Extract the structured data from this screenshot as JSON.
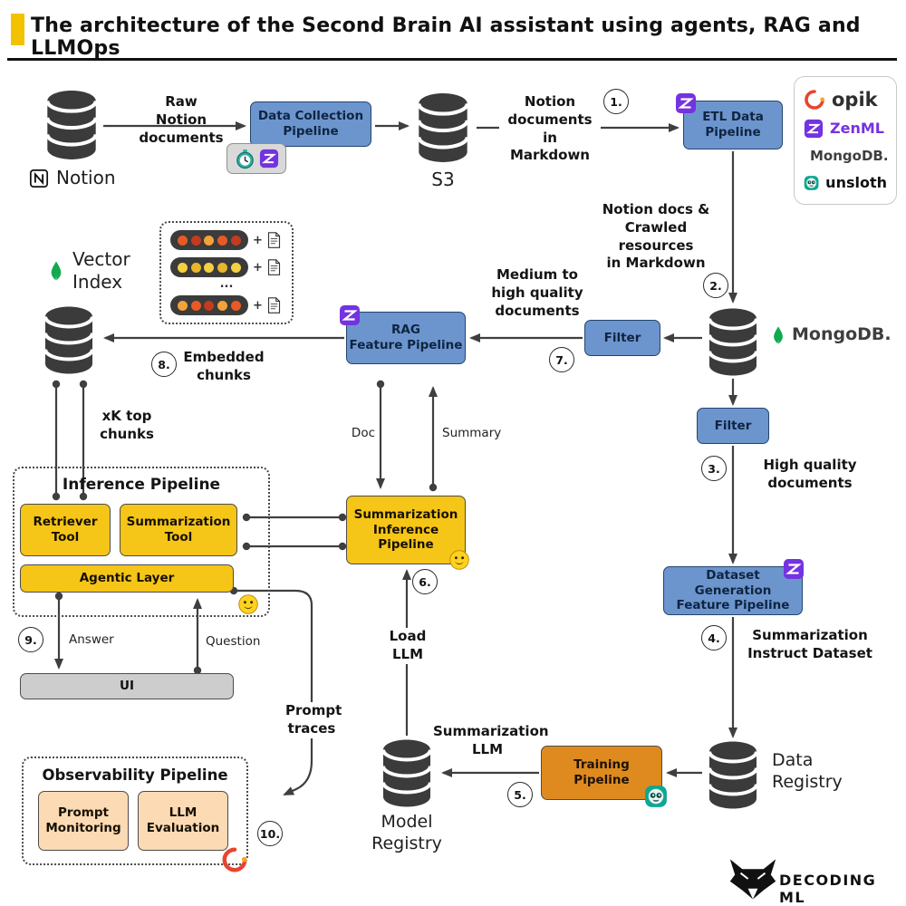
{
  "title": "The architecture of the Second Brain AI assistant using agents, RAG and LLMOps",
  "colors": {
    "accent": "#F2C200",
    "blue": "#6C95CE",
    "yellow": "#F5C518",
    "orange": "#DF8A1F",
    "peach": "#FBDAB4",
    "gray_box": "#CDCDCD",
    "line": "#3F3F3F",
    "db": "#3B3B3B",
    "mongo_green": "#10AA50",
    "zenml_purple": "#7432E0",
    "opik_red": "#E8442E",
    "unsloth_teal": "#0FA694"
  },
  "steps": {
    "s1": "1.",
    "s2": "2.",
    "s3": "3.",
    "s4": "4.",
    "s5": "5.",
    "s6": "6.",
    "s7": "7.",
    "s8": "8.",
    "s9": "9.",
    "s10": "10."
  },
  "nodes": {
    "notion": "Notion",
    "data_collection": "Data Collection\nPipeline",
    "s3": "S3",
    "etl": "ETL Data\nPipeline",
    "mongodb_side": "MongoDB.",
    "filter_top": "Filter",
    "rag": "RAG\nFeature Pipeline",
    "vector_index": "Vector\nIndex",
    "filter_right": "Filter",
    "dataset_generation": "Dataset Generation\nFeature Pipeline",
    "data_registry": "Data\nRegistry",
    "training": "Training\nPipeline",
    "model_registry": "Model\nRegistry",
    "summarization_inference": "Summarization\nInference\nPipeline",
    "inference_pipeline": "Inference Pipeline",
    "retriever_tool": "Retriever\nTool",
    "summarization_tool": "Summarization\nTool",
    "agentic_layer": "Agentic Layer",
    "ui": "UI",
    "observability": "Observability Pipeline",
    "prompt_monitoring": "Prompt\nMonitoring",
    "llm_evaluation": "LLM\nEvaluation"
  },
  "edges": {
    "raw_notion_documents": "Raw\nNotion\ndocuments",
    "notion_docs_markdown": "Notion\ndocuments in\nMarkdown",
    "notion_crawled_markdown": "Notion docs &\nCrawled resources\nin Markdown",
    "medium_quality": "Medium to\nhigh quality\ndocuments",
    "embedded_chunks": "Embedded\nchunks",
    "xk_top_chunks": "xK top\nchunks",
    "doc": "Doc",
    "summary": "Summary",
    "load_llm": "Load\nLLM",
    "high_quality": "High quality\ndocuments",
    "summarization_dataset": "Summarization\nInstruct Dataset",
    "summarization_llm": "Summarization\nLLM",
    "answer": "Answer",
    "question": "Question",
    "prompt_traces": "Prompt\ntraces"
  },
  "legend": {
    "opik": "opik",
    "zenml": "ZenML",
    "mongodb": "MongoDB.",
    "unsloth": "unsloth"
  },
  "embeddings": {
    "plus": "+",
    "ellipsis": "...",
    "rows": [
      [
        "#E85A24",
        "#C33B1E",
        "#F2A33A",
        "#E85A24",
        "#C33B1E"
      ],
      [
        "#F5D041",
        "#E8B62A",
        "#F5D041",
        "#E8B62A",
        "#F5D041"
      ],
      [
        "#F2A33A",
        "#E85A24",
        "#C33B1E",
        "#F2A33A",
        "#E85A24"
      ]
    ]
  },
  "footer": {
    "brand": "DECODING ML"
  }
}
